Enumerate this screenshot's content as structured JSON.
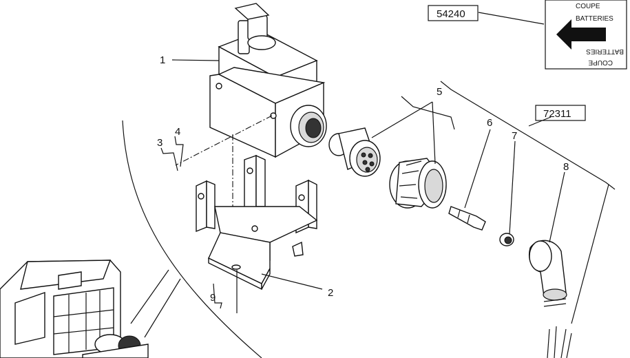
{
  "callouts": {
    "c1": "1",
    "c2": "2",
    "c3": "3",
    "c4": "4",
    "c5": "5",
    "c6": "6",
    "c7": "7",
    "c8": "8",
    "c9": "9"
  },
  "ref_boxes": {
    "top": "54240",
    "right": "72311"
  },
  "sign": {
    "line1": "COUPE",
    "line2": "BATTERIES",
    "line3_mirrored": "BATTERIES",
    "line4_mirrored": "COUPE"
  }
}
